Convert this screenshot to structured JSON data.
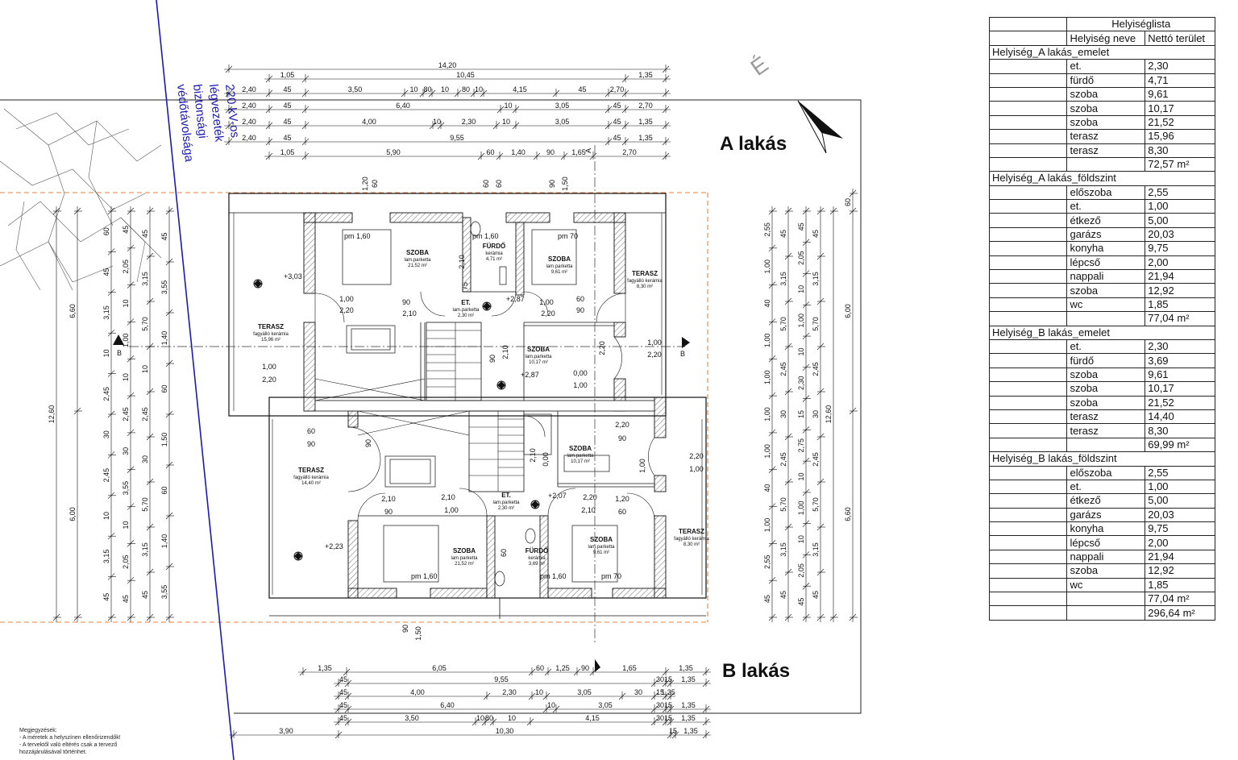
{
  "apartment_a_label": "A lakás",
  "apartment_b_label": "B lakás",
  "north_label": "É",
  "powerline_label": [
    "220 kV-os",
    "légvezeték",
    "biztonsági",
    "védőtávolsága"
  ],
  "section_marks": {
    "a": "A",
    "b": "B"
  },
  "notes": [
    "Megjegyzések:",
    "- A méretek a helyszínen ellenőrizendők!",
    "- A tervektől való eltérés csak a tervező",
    "  hozzájárulásával történhet."
  ],
  "rooms": {
    "szoba_nw": {
      "name": "SZOBA",
      "floor": "lam.parketta",
      "area": "21,52 m²",
      "door": "pm 1,60"
    },
    "furdo_a": {
      "name": "FÜRDŐ",
      "floor": "kerámia",
      "area": "4,71 m²",
      "door": "pm 1,60"
    },
    "szoba_ne": {
      "name": "SZOBA",
      "floor": "lam.parketta",
      "area": "9,61 m²",
      "door": "pm 70"
    },
    "terasz_a_w": {
      "name": "TERASZ",
      "floor": "fagyálló kerámia",
      "area": "15,96 m²",
      "level": "+3,03"
    },
    "terasz_a_e": {
      "name": "TERASZ",
      "floor": "fagyálló kerámia",
      "area": "8,30 m²"
    },
    "et_a": {
      "name": "ET.",
      "floor": "lam.parketta",
      "area": "2,30 m²",
      "level": "+2,87"
    },
    "szoba_a_mid": {
      "name": "SZOBA",
      "floor": "lam.parketta",
      "area": "10,17 m²",
      "level": "+2,87"
    },
    "terasz_b_w": {
      "name": "TERASZ",
      "floor": "fagyálló kerámia",
      "area": "14,40 m²",
      "level": "+2,23"
    },
    "szoba_b_mid": {
      "name": "SZOBA",
      "floor": "lam.parketta",
      "area": "10,17 m²"
    },
    "et_b": {
      "name": "ET.",
      "floor": "lam.parketta",
      "area": "2,30 m²",
      "level": "+2,07"
    },
    "szoba_sw": {
      "name": "SZOBA",
      "floor": "lam.parketta",
      "area": "21,52 m²",
      "door": "pm 1,60"
    },
    "furdo_b": {
      "name": "FÜRDŐ",
      "floor": "kerámia",
      "area": "3,69 m²",
      "door": "pm 1,60"
    },
    "szoba_se": {
      "name": "SZOBA",
      "floor": "lam.parketta",
      "area": "9,61 m²",
      "door": "pm 70"
    },
    "terasz_b_e": {
      "name": "TERASZ",
      "floor": "fagyálló kerámia",
      "area": "8,30 m²"
    }
  },
  "top_dims": {
    "overall": "14,20",
    "row0": [
      "1,05",
      "10,45",
      "1,35"
    ],
    "row1": [
      "2,40",
      "45",
      "3,50",
      "10",
      "80",
      "10",
      "80",
      "10",
      "4,15",
      "45",
      "2,70"
    ],
    "row2": [
      "2,40",
      "45",
      "6,40",
      "10",
      "3,05",
      "45",
      "2,70"
    ],
    "row3": [
      "2,40",
      "45",
      "4,00",
      "10",
      "2,30",
      "10",
      "3,05",
      "45",
      "1,35"
    ],
    "row4": [
      "2,40",
      "45",
      "9,55",
      "45",
      "1,35"
    ],
    "row5": [
      "1,05",
      "5,90",
      "60",
      "1,40",
      "90",
      "1,65",
      "2,70"
    ]
  },
  "bottom_dims": {
    "row0": [
      "1,35",
      "6,05",
      "60",
      "1,25",
      "90",
      "1,65",
      "1,35"
    ],
    "row1": [
      "45",
      "9,55",
      "30",
      "15",
      "1,35"
    ],
    "row2": [
      "45",
      "4,00",
      "2,30",
      "10",
      "3,05",
      "30",
      "15",
      "1,35"
    ],
    "row3": [
      "45",
      "6,40",
      "10",
      "3,05",
      "30",
      "15",
      "1,35"
    ],
    "row4": [
      "45",
      "3,50",
      "10",
      "80",
      "10",
      "4,15",
      "30",
      "15",
      "1,35"
    ],
    "row5": [
      "3,90",
      "10,30",
      "15",
      "1,35"
    ]
  },
  "left_dims": {
    "col_overall": "12,60",
    "col_a": [
      "6,60",
      "6,00"
    ],
    "col1": [
      "60",
      "45",
      "3,15",
      "10",
      "2,45",
      "30",
      "2,45",
      "10",
      "3,15",
      "45"
    ],
    "col2": [
      "45",
      "2,05",
      "10",
      "1,00",
      "10",
      "2,45",
      "30",
      "3,55",
      "10",
      "2,05",
      "45"
    ],
    "col3": [
      "45",
      "3,15",
      "5,70",
      "10",
      "2,45",
      "30",
      "5,70",
      "3,15",
      "45"
    ],
    "col4": [
      "45",
      "3,55",
      "1,40",
      "60",
      "1,50",
      "60",
      "1,40",
      "3,55"
    ]
  },
  "right_dims": {
    "col_overall": "12,60",
    "col_a": [
      "60",
      "6,00",
      "6,60"
    ],
    "col1": [
      "2,55",
      "1,00",
      "40",
      "1,00",
      "1,00",
      "1,00",
      "1,00",
      "40",
      "1,00",
      "2,55",
      "45"
    ],
    "col2": [
      "45",
      "3,15",
      "5,70",
      "2,45",
      "30",
      "2,45",
      "5,70",
      "3,15",
      "45"
    ],
    "col3": [
      "45",
      "2,05",
      "10",
      "1,00",
      "10",
      "2,30",
      "15",
      "2,75",
      "10",
      "1,00",
      "10",
      "2,05",
      "45"
    ]
  },
  "interior_dims": [
    "1,20",
    "60",
    "60",
    "60",
    "90",
    "1,50",
    "1,00",
    "2,20",
    "90",
    "2,10",
    "75",
    "2,10",
    "90",
    "2,10",
    "1,00",
    "2,20",
    "60",
    "90",
    "1,00",
    "2,20",
    "0,00",
    "1,00",
    "2,20",
    "1,00",
    "2,20",
    "60",
    "90",
    "90",
    "2,10",
    "0,00",
    "1,00",
    "2,20",
    "1,00",
    "2,20",
    "90",
    "2,10",
    "90",
    "2,10",
    "1,00",
    "2,20",
    "2,10",
    "1,20",
    "60",
    "60",
    "90",
    "1,50"
  ],
  "legend": {
    "title": "Helyiséglista",
    "col_name": "Helyiség neve",
    "col_area": "Nettó terület",
    "groups": [
      {
        "name": "Helyiség_A lakás_emelet",
        "rows": [
          [
            "et.",
            "2,30"
          ],
          [
            "fürdő",
            "4,71"
          ],
          [
            "szoba",
            "9,61"
          ],
          [
            "szoba",
            "10,17"
          ],
          [
            "szoba",
            "21,52"
          ],
          [
            "terasz",
            "15,96"
          ],
          [
            "terasz",
            "8,30"
          ]
        ],
        "total": "72,57 m²"
      },
      {
        "name": "Helyiség_A lakás_földszint",
        "rows": [
          [
            "előszoba",
            "2,55"
          ],
          [
            "et.",
            "1,00"
          ],
          [
            "étkező",
            "5,00"
          ],
          [
            "garázs",
            "20,03"
          ],
          [
            "konyha",
            "9,75"
          ],
          [
            "lépcső",
            "2,00"
          ],
          [
            "nappali",
            "21,94"
          ],
          [
            "szoba",
            "12,92"
          ],
          [
            "wc",
            "1,85"
          ]
        ],
        "total": "77,04 m²"
      },
      {
        "name": "Helyiség_B lakás_emelet",
        "rows": [
          [
            "et.",
            "2,30"
          ],
          [
            "fürdő",
            "3,69"
          ],
          [
            "szoba",
            "9,61"
          ],
          [
            "szoba",
            "10,17"
          ],
          [
            "szoba",
            "21,52"
          ],
          [
            "terasz",
            "14,40"
          ],
          [
            "terasz",
            "8,30"
          ]
        ],
        "total": "69,99 m²"
      },
      {
        "name": "Helyiség_B lakás_földszint",
        "rows": [
          [
            "előszoba",
            "2,55"
          ],
          [
            "et.",
            "1,00"
          ],
          [
            "étkező",
            "5,00"
          ],
          [
            "garázs",
            "20,03"
          ],
          [
            "konyha",
            "9,75"
          ],
          [
            "lépcső",
            "2,00"
          ],
          [
            "nappali",
            "21,94"
          ],
          [
            "szoba",
            "12,92"
          ],
          [
            "wc",
            "1,85"
          ]
        ],
        "total": "77,04 m²"
      }
    ],
    "grand_total": "296,64 m²"
  }
}
